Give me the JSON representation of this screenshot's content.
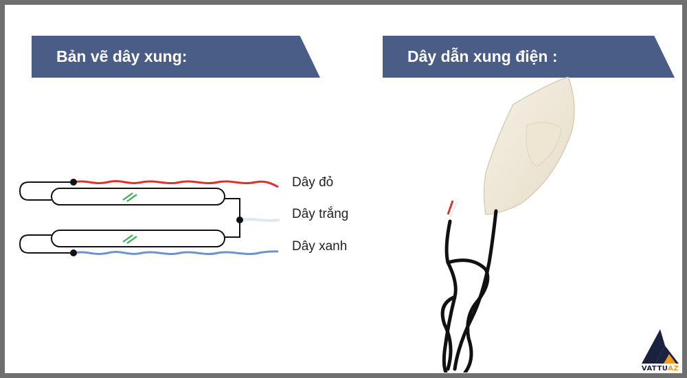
{
  "left_panel": {
    "title": "Bản vẽ dây xung:"
  },
  "right_panel": {
    "title": "Dây dẫn xung điện :"
  },
  "diagram": {
    "labels": {
      "red": "Dây đỏ",
      "white": "Dây trắng",
      "blue": "Dây xanh"
    },
    "wire_colors": {
      "red": "#e0302a",
      "white": "#dfe8f0",
      "blue": "#6d93cc",
      "reed": "#2fae4a"
    }
  },
  "logo": {
    "text_main": "VATTU",
    "text_accent": "AZ",
    "colors": {
      "dark": "#1b2240",
      "orange": "#f29a1f"
    }
  }
}
